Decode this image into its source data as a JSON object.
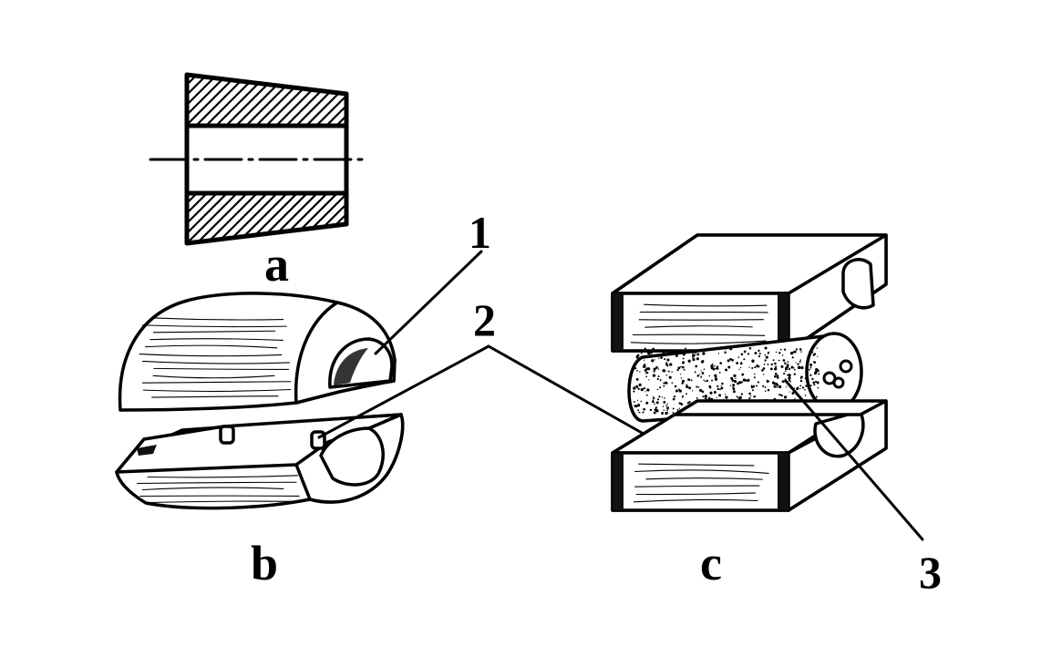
{
  "figure": {
    "panel_labels": {
      "a": "a",
      "b": "b",
      "c": "c"
    },
    "callouts": {
      "one": "1",
      "two": "2",
      "three": "3"
    }
  }
}
